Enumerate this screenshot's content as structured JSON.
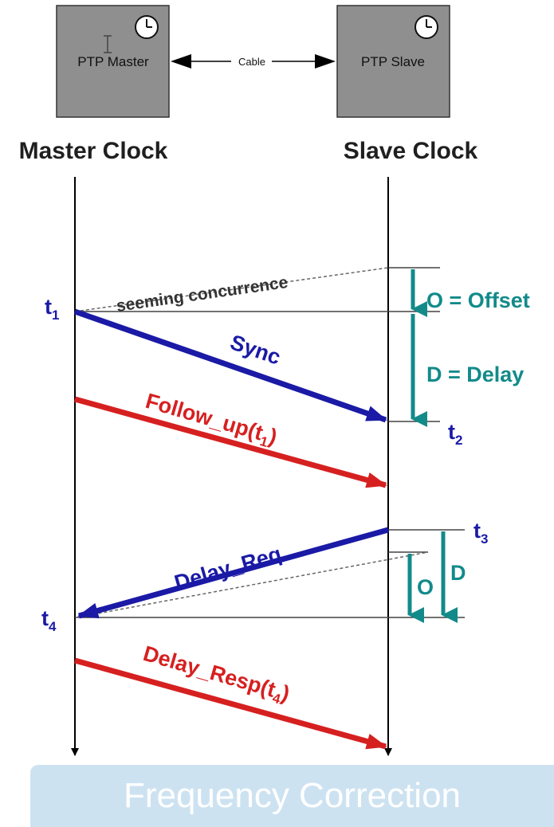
{
  "top": {
    "master_box_label": "PTP Master",
    "slave_box_label": "PTP Slave",
    "cable_label": "Cable"
  },
  "clocks": {
    "master_title": "Master Clock",
    "slave_title": "Slave Clock"
  },
  "labels": {
    "seeming_concurrence": "seeming concurrence",
    "offset": "O = Offset",
    "delay": "D = Delay",
    "offset_short": "O",
    "delay_short": "D"
  },
  "timestamps": {
    "t1": {
      "base": "t",
      "sub": "1"
    },
    "t2": {
      "base": "t",
      "sub": "2"
    },
    "t3": {
      "base": "t",
      "sub": "3"
    },
    "t4": {
      "base": "t",
      "sub": "4"
    }
  },
  "messages": {
    "sync": "Sync",
    "follow_up_prefix": "Follow_up(t",
    "follow_up_sub": "1",
    "follow_up_suffix": ")",
    "delay_req": "Delay_Req",
    "delay_resp_prefix": "Delay_Resp(t",
    "delay_resp_sub": "4",
    "delay_resp_suffix": ")"
  },
  "colors": {
    "blue": "#1a1aa6",
    "red": "#d62020",
    "teal": "#138a8a",
    "box_gray": "#8f8f8f"
  },
  "banner": {
    "text": "Frequency Correction"
  }
}
